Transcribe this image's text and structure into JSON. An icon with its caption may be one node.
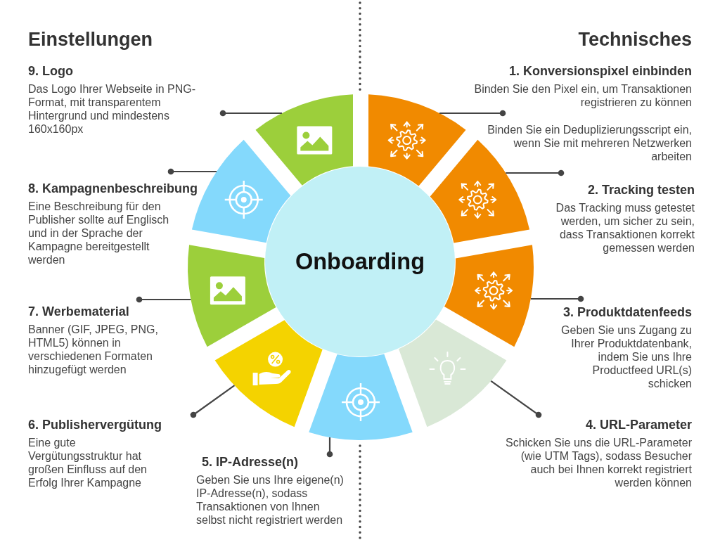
{
  "diagram": {
    "nodes": [
      {
        "text": [
          "Onboarding"
        ]
      },
      {
        "text": [
          "1. Konversionspixel einbinden",
          "Binden Sie den Pixel ein, um Transaktionen registrieren zu können"
        ]
      },
      {
        "text": [
          "2. Tracking testen",
          "Das Tracking muss getestet werden, um sicher zu sein, dass Transaktionen korrekt gemessen werden"
        ]
      },
      {
        "text": [
          "3. Produktdatenfeeds",
          "Geben Sie uns Zugang zu Ihrer Produktdatenbank, indem Sie uns Ihre Productfeed URL(s) schicken"
        ]
      },
      {
        "text": [
          "4. URL-Parameter",
          "Schicken Sie uns die URL-Parameter (wie UTM Tags), sodass Besucher auch bei Ihnen korrekt registriert werden können"
        ]
      },
      {
        "text": [
          "5. IP-Adresse(n)",
          "Geben Sie uns Ihre eigene(n) IP-Adresse(n), sodass Transaktionen von Ihnen selbst nicht registriert werden"
        ]
      },
      {
        "text": [
          "6. Publishervergütung",
          "Eine gute Vergütungsstruktur hat großen Einfluss auf den Erfolg Ihrer Kampagne"
        ]
      },
      {
        "text": [
          "7. Werbematerial",
          "Banner (GIF, JPEG, PNG, HTML5) können in verschiedenen Formaten hinzugefügt werden"
        ]
      },
      {
        "text": [
          "8. Kampagnenbeschreibung",
          "Eine Beschreibung für den Publisher sollte auf Englisch und in der Sprache der Kampagne bereitgestellt werden"
        ]
      },
      {
        "text": [
          "9. Logo",
          "Das Logo Ihrer Webseite in PNG-Format, mit transparentem Hintergrund und mindestens 160x160px"
        ]
      },
      {
        "text": [],
        "shape": "sector"
      },
      {
        "text": [],
        "shape": "sector"
      },
      {
        "text": [],
        "shape": "sector"
      },
      {
        "text": [],
        "shape": "sector"
      },
      {
        "text": [],
        "shape": "sector"
      },
      {
        "text": [],
        "shape": "sector"
      },
      {
        "text": [],
        "shape": "sector"
      },
      {
        "text": [],
        "shape": "sector"
      },
      {
        "text": [],
        "shape": "sector"
      }
    ],
    "edges": [
      {
        "from": 1,
        "to": 10,
        "arrow": "other"
      },
      {
        "from": 2,
        "to": 11,
        "arrow": "other"
      },
      {
        "from": 3,
        "to": 12,
        "arrow": "other"
      },
      {
        "from": 4,
        "to": 13,
        "arrow": "other"
      },
      {
        "from": 5,
        "to": 14,
        "arrow": "other"
      },
      {
        "from": 6,
        "to": 15,
        "arrow": "other"
      },
      {
        "from": 7,
        "to": 16,
        "arrow": "other"
      },
      {
        "from": 8,
        "to": 17,
        "arrow": "other"
      },
      {
        "from": 9,
        "to": 18,
        "arrow": "other"
      }
    ],
    "labels": [
      "Einstellungen",
      "Technisches",
      "Binden Sie ein Deduplizierungsscript ein, wenn Sie mit mehreren Netzwerken arbeiten"
    ]
  }
}
